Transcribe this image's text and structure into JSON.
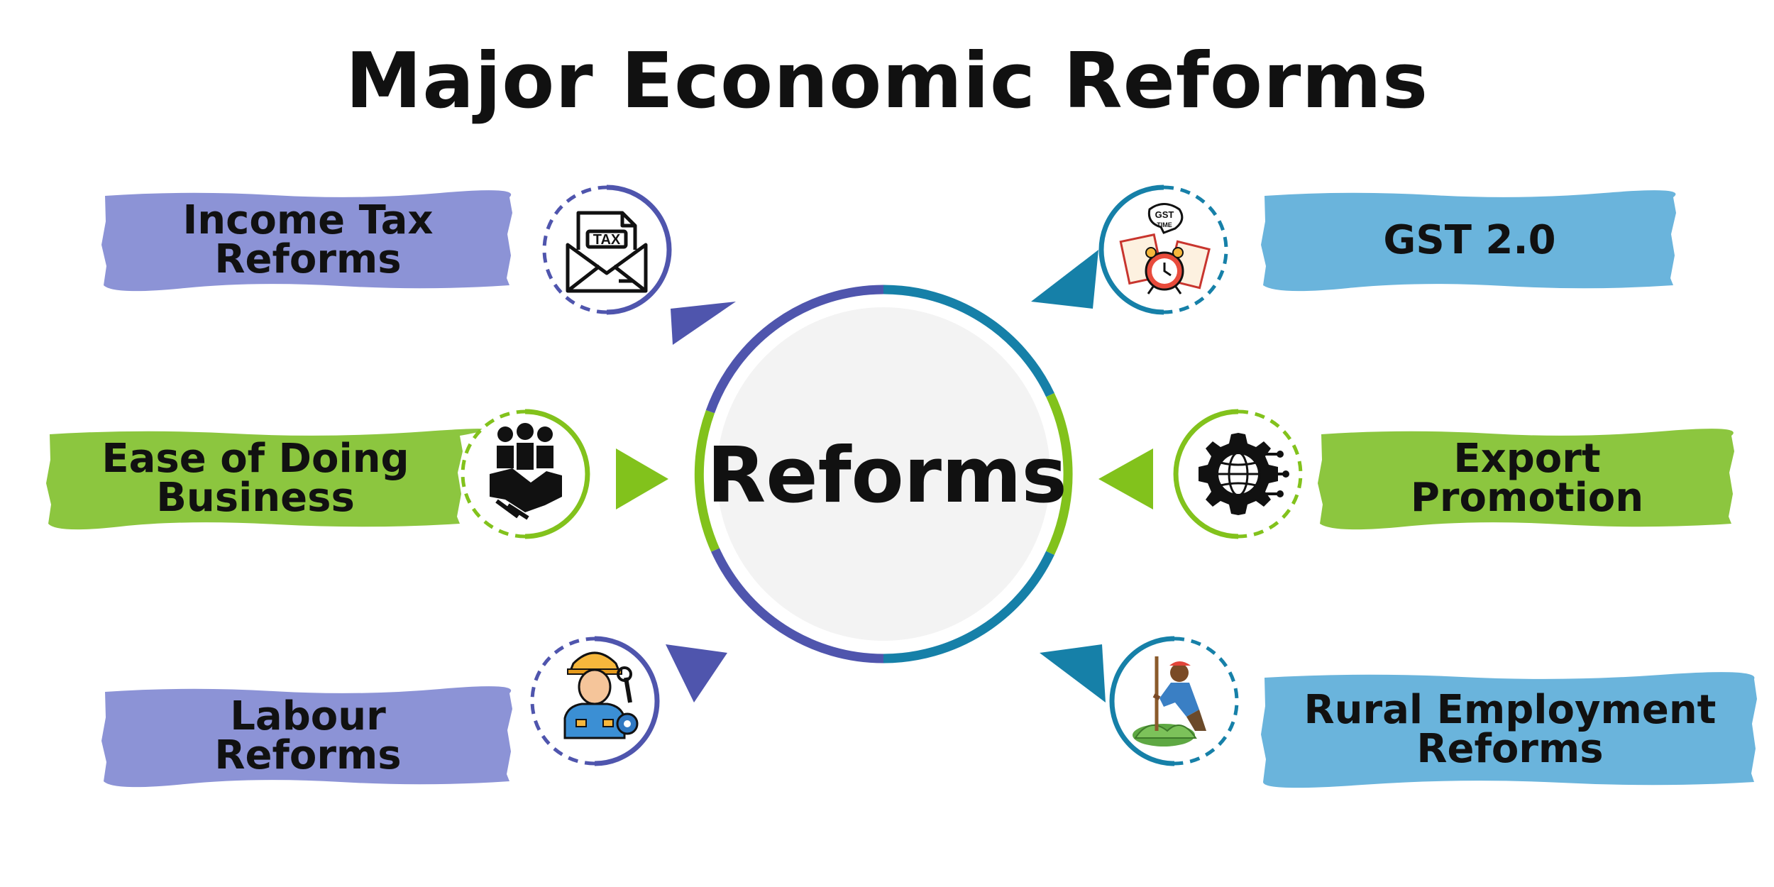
{
  "title": "Major Economic Reforms",
  "center": {
    "label": "Reforms"
  },
  "colors": {
    "indigo": "#4f55ad",
    "indigo_band": "#8c93d6",
    "green": "#82c21c",
    "green_band": "#8cc63f",
    "teal": "#1680a8",
    "blue_band": "#6ab4dc",
    "hub_fill": "#f3f3f3"
  },
  "nodes": [
    {
      "id": "income-tax",
      "lines": [
        "Income Tax",
        "Reforms"
      ],
      "icon": "tax-envelope-icon"
    },
    {
      "id": "ease-of-business",
      "lines": [
        "Ease of Doing",
        "Business"
      ],
      "icon": "handshake-icon"
    },
    {
      "id": "labour",
      "lines": [
        "Labour",
        "Reforms"
      ],
      "icon": "worker-icon"
    },
    {
      "id": "gst",
      "lines": [
        "GST 2.0"
      ],
      "icon": "gst-clock-icon"
    },
    {
      "id": "export",
      "lines": [
        "Export",
        "Promotion"
      ],
      "icon": "gear-globe-icon"
    },
    {
      "id": "rural",
      "lines": [
        "Rural Employment",
        "Reforms"
      ],
      "icon": "farmer-icon"
    }
  ]
}
